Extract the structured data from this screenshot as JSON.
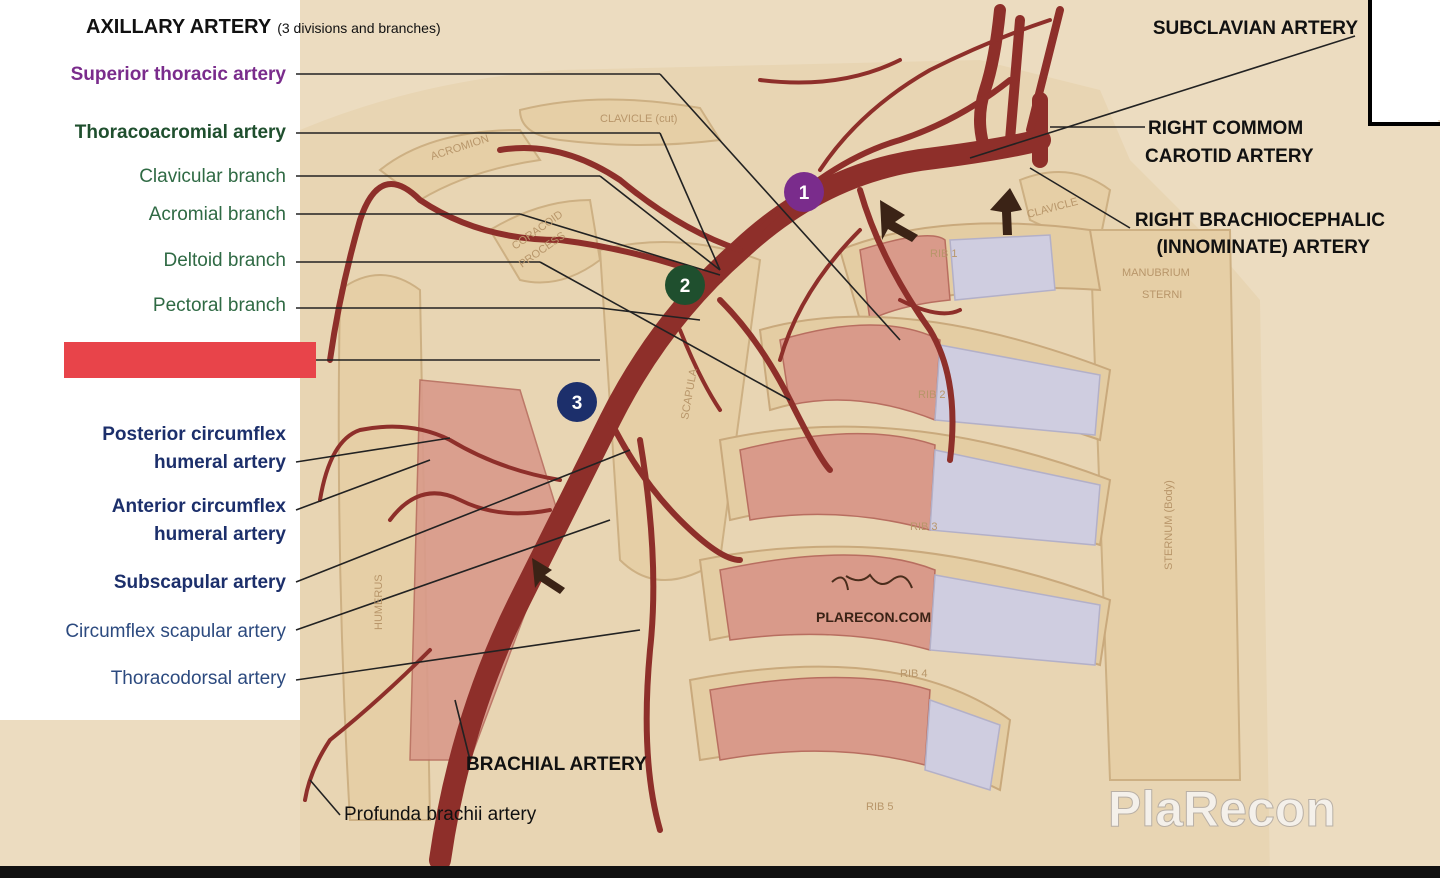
{
  "title": {
    "main": "AXILLARY ARTERY",
    "sub": "(3 divisions and branches)"
  },
  "left_labels": [
    {
      "text": "Superior thoracic artery",
      "color": "#7a2c8c",
      "bold": true
    },
    {
      "text": "Thoracoacromial artery",
      "color": "#1f4f2e",
      "bold": true
    },
    {
      "text": "Clavicular branch",
      "color": "#2f6a44",
      "bold": false
    },
    {
      "text": "Acromial branch",
      "color": "#2f6a44",
      "bold": false
    },
    {
      "text": "Deltoid branch",
      "color": "#2f6a44",
      "bold": false
    },
    {
      "text": "Pectoral branch",
      "color": "#2f6a44",
      "bold": false
    },
    {
      "text": "Posterior circumflex",
      "color": "#1c2f6b",
      "bold": true
    },
    {
      "text": "humeral artery",
      "color": "#1c2f6b",
      "bold": true
    },
    {
      "text": "Anterior circumflex",
      "color": "#1c2f6b",
      "bold": true
    },
    {
      "text": "humeral artery",
      "color": "#1c2f6b",
      "bold": true
    },
    {
      "text": "Subscapular artery",
      "color": "#1c2f6b",
      "bold": true
    },
    {
      "text": "Circumflex scapular artery",
      "color": "#2c4a7f",
      "bold": false
    },
    {
      "text": "Thoracodorsal artery",
      "color": "#2c4a7f",
      "bold": false
    }
  ],
  "right_labels": [
    {
      "text": "SUBCLAVIAN ARTERY"
    },
    {
      "text": "RIGHT COMMOM"
    },
    {
      "text": "CAROTID ARTERY"
    },
    {
      "text": "RIGHT BRACHIOCEPHALIC"
    },
    {
      "text": "(INNOMINATE) ARTERY"
    }
  ],
  "bottom_labels": {
    "brachial": "BRACHIAL ARTERY",
    "profunda": "Profunda brachii artery"
  },
  "divisions": [
    {
      "number": "1",
      "color": "#7a2c8c"
    },
    {
      "number": "2",
      "color": "#1f4f2e"
    },
    {
      "number": "3",
      "color": "#1c2f6b"
    }
  ],
  "bone_labels": {
    "clavicle_left": "CLAVICLE (cut)",
    "clavicle_right": "CLAVICLE",
    "acromion": "ACROMION",
    "coracoid": "CORACOID",
    "coracoid2": "PROCESS",
    "scapula": "SCAPULA",
    "humerus": "HUMERUS",
    "manubrium": "MANUBRIUM",
    "manubrium2": "STERNI",
    "sternum": "STERNUM (Body)",
    "rib1": "RIB 1",
    "rib2": "RIB 2",
    "rib3": "RIB 3",
    "rib4": "RIB 4",
    "rib5": "RIB 5"
  },
  "watermark": {
    "site": "PLARECON.COM",
    "brand": "PlaRecon"
  },
  "colors": {
    "artery": "#8e2f2a",
    "highlight_bar": "#e8444a",
    "background": "#e8d7b8"
  }
}
